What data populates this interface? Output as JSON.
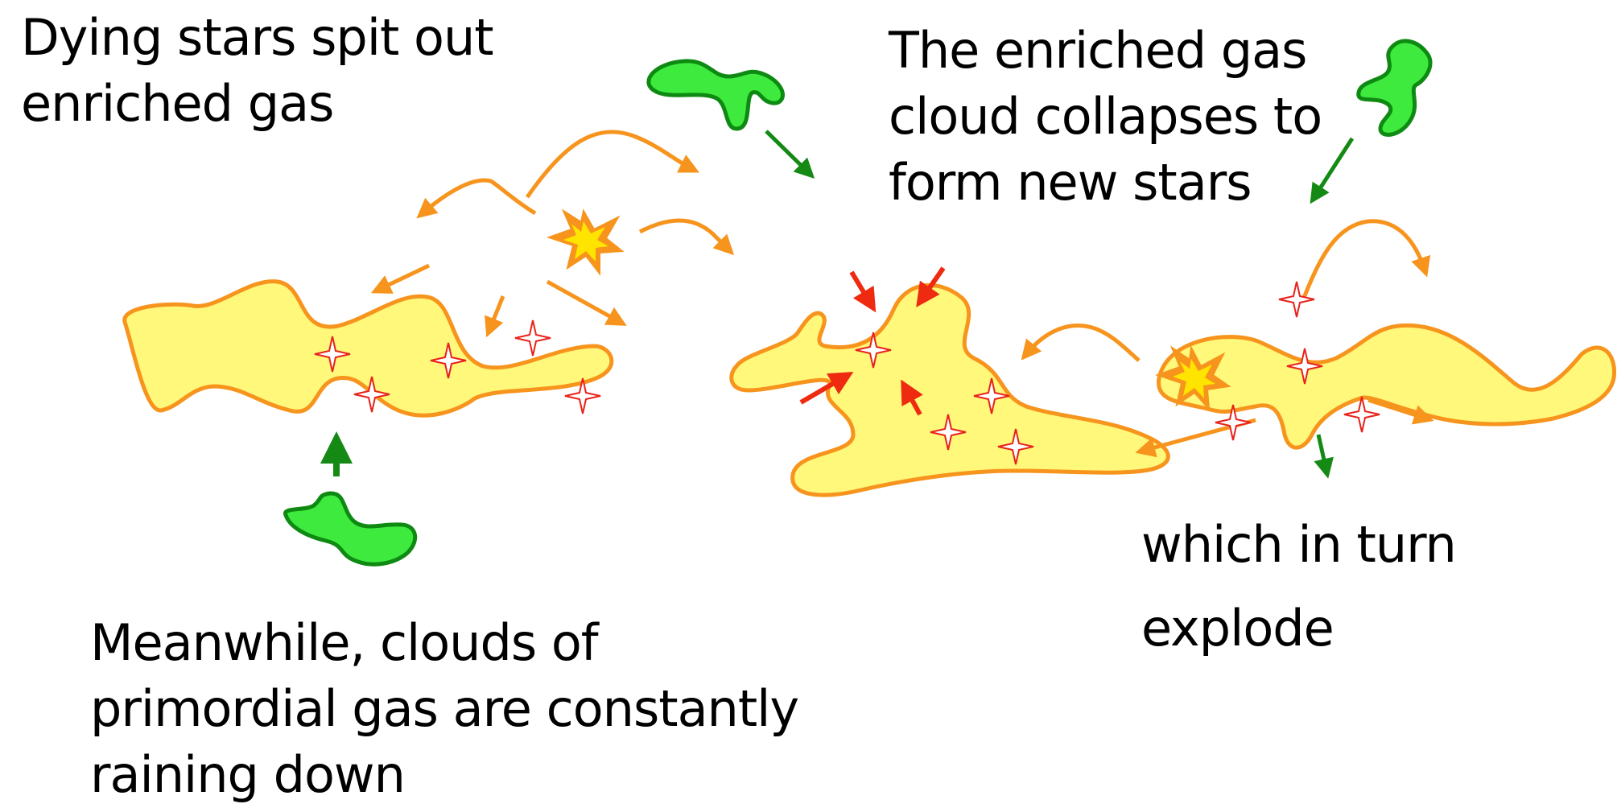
{
  "labels": {
    "dying": [
      "Dying stars spit out",
      "enriched gas"
    ],
    "collapse": [
      "The  enriched  gas",
      "cloud collapses to",
      "form new stars"
    ],
    "explode": [
      "which in turn",
      "explode"
    ],
    "meanwhile": [
      "Meanwhile, clouds of",
      "primordial gas are constantly",
      "raining down"
    ]
  },
  "colors": {
    "cloud_fill": "#FFF87A",
    "cloud_stroke": "#F7941D",
    "primordial_fill": "#3FEA3F",
    "primordial_stroke": "#0E8A12",
    "enriched_arrow": "#F7941D",
    "collapse_arrow": "#EE2B11",
    "infall_arrow": "#148A14",
    "star": "#E8231B",
    "explosion_outer": "#F7941D",
    "explosion_inner": "#FFE400"
  }
}
